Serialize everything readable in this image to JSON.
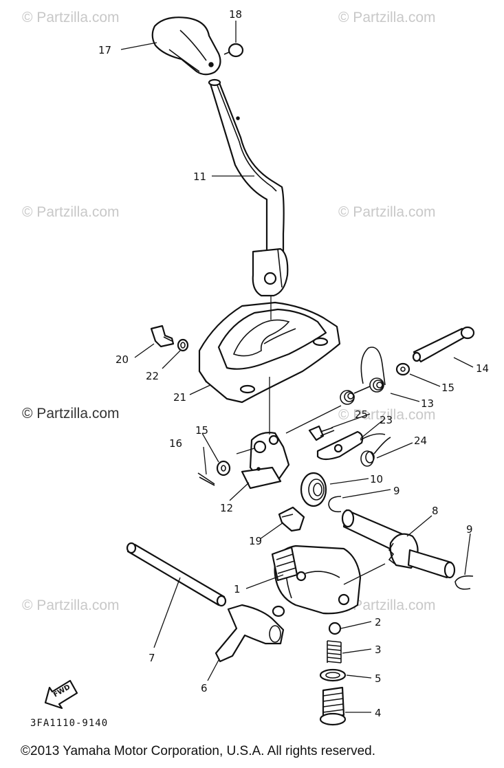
{
  "watermarks": {
    "text": "© Partzilla.com",
    "prominent": "© Partzilla.com"
  },
  "callouts": {
    "c1": "1",
    "c2": "2",
    "c3": "3",
    "c4": "4",
    "c5": "5",
    "c6": "6",
    "c7": "7",
    "c8": "8",
    "c9a": "9",
    "c9b": "9",
    "c10": "10",
    "c11": "11",
    "c12": "12",
    "c13": "13",
    "c14": "14",
    "c15a": "15",
    "c15b": "15",
    "c16": "16",
    "c17": "17",
    "c18": "18",
    "c19": "19",
    "c20": "20",
    "c21": "21",
    "c22": "22",
    "c23": "23",
    "c24": "24",
    "c25": "25"
  },
  "fwd_label": "FWD",
  "diagram_code": "3FA1110-9140",
  "copyright": "©2013  Yamaha Motor Corporation, U.S.A. All rights reserved.",
  "colors": {
    "line": "#111111",
    "watermark": "#c8c8c8",
    "background": "#ffffff"
  }
}
